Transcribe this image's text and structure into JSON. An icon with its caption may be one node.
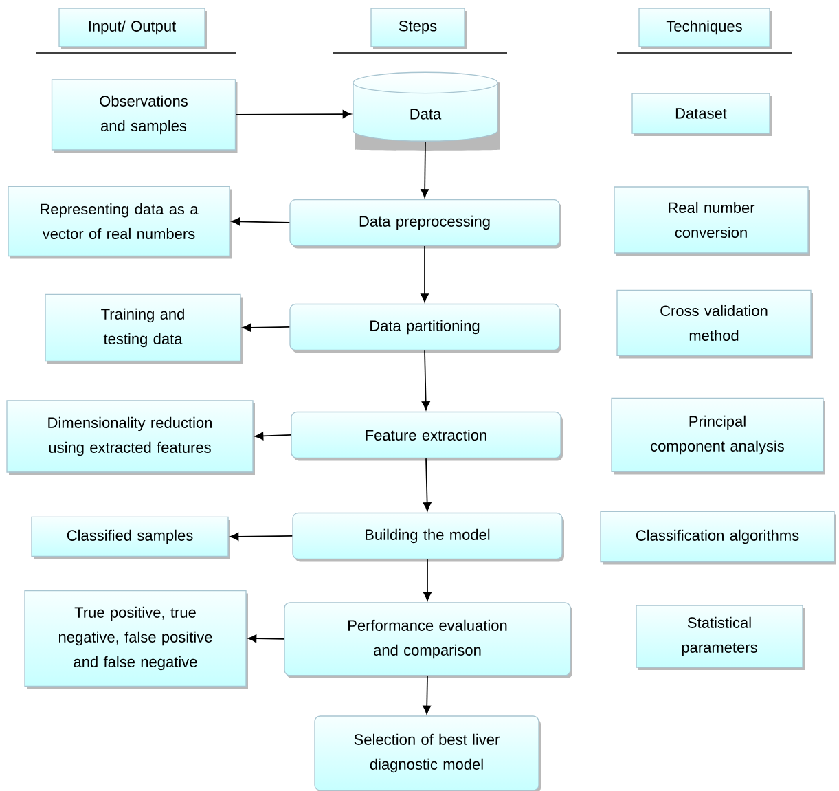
{
  "diagram": {
    "nodes": [
      {
        "text": [
          "Input/ Output"
        ]
      },
      {
        "text": [
          "Steps"
        ]
      },
      {
        "text": [
          "Techniques"
        ]
      },
      {
        "text": [
          "Observations and samples"
        ]
      },
      {
        "text": [
          "Data"
        ]
      },
      {
        "text": [
          "Dataset"
        ]
      },
      {
        "text": [
          "Representing data as a vector of real numbers"
        ]
      },
      {
        "text": [
          "Data preprocessing"
        ]
      },
      {
        "text": [
          "Real number conversion"
        ]
      },
      {
        "text": [
          "Training and testing data"
        ]
      },
      {
        "text": [
          "Data partitioning"
        ]
      },
      {
        "text": [
          "Cross validation method"
        ]
      },
      {
        "text": [
          "Dimensionality reduction using extracted features"
        ]
      },
      {
        "text": [
          "Feature extraction"
        ]
      },
      {
        "text": [
          "Principal component analysis"
        ]
      },
      {
        "text": [
          "Classified samples"
        ]
      },
      {
        "text": [
          "Building the model"
        ]
      },
      {
        "text": [
          "Classification algorithms"
        ]
      },
      {
        "text": [
          "True positive, true negative, false positive and false negative"
        ]
      },
      {
        "text": [
          "Performance evaluation and comparison"
        ]
      },
      {
        "text": [
          "Statistical parameters"
        ]
      },
      {
        "text": [
          "Selection of best liver diagnostic model"
        ]
      }
    ],
    "edges": [
      {
        "from": 3,
        "to": 4,
        "arrow": "to"
      },
      {
        "from": 4,
        "to": 7,
        "arrow": "to"
      },
      {
        "from": 7,
        "to": 6,
        "arrow": "to"
      },
      {
        "from": 7,
        "to": 10,
        "arrow": "to"
      },
      {
        "from": 10,
        "to": 9,
        "arrow": "to"
      },
      {
        "from": 10,
        "to": 13,
        "arrow": "to"
      },
      {
        "from": 13,
        "to": 12,
        "arrow": "to"
      },
      {
        "from": 13,
        "to": 16,
        "arrow": "to"
      },
      {
        "from": 16,
        "to": 15,
        "arrow": "to"
      },
      {
        "from": 16,
        "to": 19,
        "arrow": "to"
      },
      {
        "from": 19,
        "to": 18,
        "arrow": "to"
      },
      {
        "from": 19,
        "to": 21,
        "arrow": "to"
      }
    ]
  }
}
